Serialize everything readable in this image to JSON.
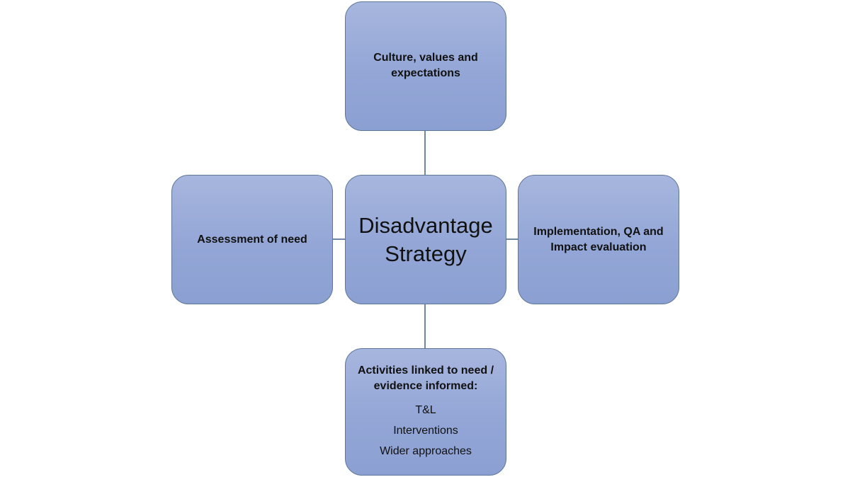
{
  "diagram": {
    "center": {
      "line1": "Disadvantage",
      "line2": "Strategy"
    },
    "top": {
      "label": "Culture, values and expectations"
    },
    "left": {
      "label": "Assessment of need"
    },
    "right": {
      "label": "Implementation, QA and Impact evaluation"
    },
    "bottom": {
      "heading": "Activities linked to need / evidence informed:",
      "items": [
        "T&L",
        "Interventions",
        "Wider approaches"
      ]
    },
    "colors": {
      "box_fill": "#93a6d6",
      "box_border": "#5f7698",
      "connector": "#6f87a6"
    }
  }
}
